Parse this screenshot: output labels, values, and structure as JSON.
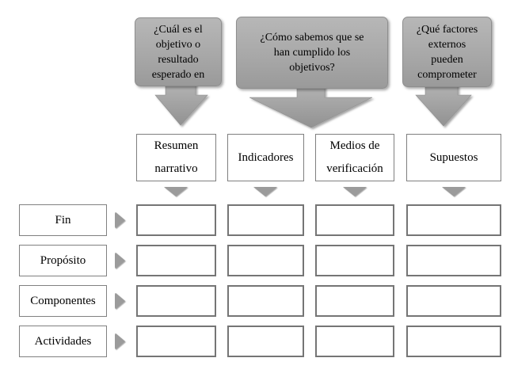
{
  "diagram": {
    "type": "logical-framework-matrix",
    "language": "es"
  },
  "colors": {
    "background": "#ffffff",
    "shape_gray": "#a6a6a6",
    "shape_gray_light": "#b7b7b7",
    "shape_gray_dark": "#969696",
    "box_border": "#7f7f7f",
    "text": "#000000"
  },
  "callouts": [
    {
      "lines": [
        "¿Cuál es el",
        "objetivo o",
        "resultado",
        "esperado en"
      ]
    },
    {
      "lines": [
        "¿Cómo sabemos que se",
        "han cumplido los",
        "objetivos?"
      ]
    },
    {
      "lines": [
        "¿Qué factores",
        "externos",
        "pueden",
        "comprometer"
      ]
    }
  ],
  "columns": [
    {
      "lines": [
        "Resumen",
        "narrativo"
      ]
    },
    {
      "lines": [
        "Indicadores"
      ]
    },
    {
      "lines": [
        "Medios de",
        "verificación"
      ]
    },
    {
      "lines": [
        "Supuestos"
      ]
    }
  ],
  "rows": [
    {
      "label": "Fin"
    },
    {
      "label": "Propósito"
    },
    {
      "label": "Componentes"
    },
    {
      "label": "Actividades"
    }
  ]
}
